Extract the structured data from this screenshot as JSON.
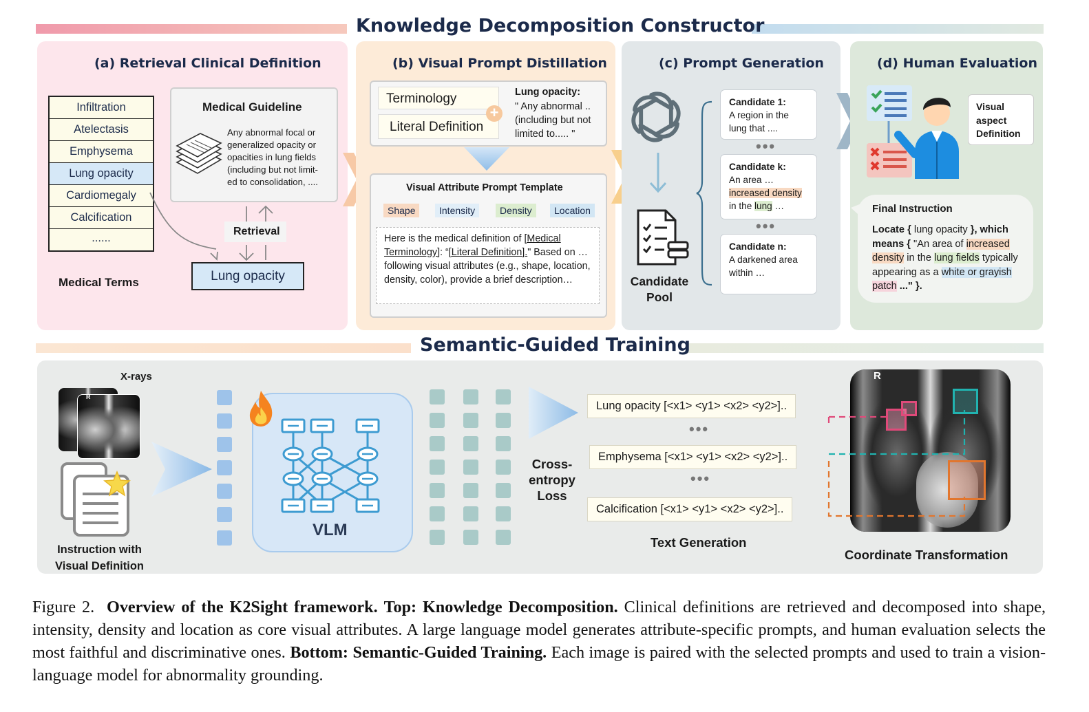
{
  "top_title": "Knowledge Decomposition Constructor",
  "bottom_title": "Semantic-Guided Training",
  "panel_a": {
    "title": "(a) Retrieval Clinical Definition",
    "terms": [
      "Infiltration",
      "Atelectasis",
      "Emphysema",
      "Lung opacity",
      "Cardiomegaly",
      "Calcification",
      "......"
    ],
    "terms_label": "Medical Terms",
    "guideline_title": "Medical Guideline",
    "guideline_text": "Any abnormal focal or generalized opacity or opacities in lung fields (including but not limit-ed to consolidation, ....",
    "retrieval_label": "Retrieval",
    "retrieved_term": "Lung opacity"
  },
  "panel_b": {
    "title": "(b) Visual Prompt Distillation",
    "terminology": "Terminology",
    "literal_definition": "Literal Definition",
    "def_term": "Lung opacity:",
    "def_text": "\" Any abnormal .. (including but not limited to..... \"",
    "template_title": "Visual Attribute Prompt Template",
    "attributes": [
      "Shape",
      "Intensity",
      "Density",
      "Location"
    ],
    "template_text_1": "Here is the medical definition of ",
    "template_link_1": "[Medical Terminology]",
    "template_text_2": ": “",
    "template_link_2": "[Literal Definition].",
    "template_text_3": "\" Based on … following visual attributes (e.g., shape, location, density, color), provide a brief description…"
  },
  "panel_c": {
    "title": "(c) Prompt Generation",
    "pool_label": "Candidate Pool",
    "candidates": [
      {
        "label": "Candidate 1:",
        "text": "A region in the lung that ...."
      },
      {
        "label": "Candidate k:",
        "text_pre": "An area …",
        "text_hl1": "increased density",
        "text_mid": " in the ",
        "text_hl2": "lung",
        "text_post": "  …"
      },
      {
        "label": "Candidate n:",
        "text": "A darkened area within …"
      }
    ],
    "dots": "•••"
  },
  "panel_d": {
    "title": "(d) Human Evaluation",
    "visual_label": "Visual aspect Definition",
    "final_title": "Final Instruction",
    "final_parts": [
      "Locate { ",
      "lung opacity",
      " }, which means { ",
      "\"An area of ",
      "increased density",
      " in the ",
      "lung fields",
      " typically appearing as a ",
      "white or grayish",
      " ",
      "patch",
      " ...\" }."
    ]
  },
  "bottom": {
    "xrays_label": "X-rays",
    "instruction_label": "Instruction with Visual Definition",
    "vlm_label": "VLM",
    "loss_label": "Cross-entropy Loss",
    "outputs": [
      "Lung opacity [<x1> <y1> <x2> <y2>]..",
      "Emphysema [<x1> <y1> <x2> <y2>]..",
      "Calcification [<x1> <y1> <x2> <y2>].."
    ],
    "text_gen_label": "Text Generation",
    "coord_label": "Coordinate Transformation",
    "xray_marker": "R",
    "thumb_marker": "R"
  },
  "caption": {
    "fig": "Figure 2.",
    "bold1": "Overview of the K2Sight framework.",
    "bold2": "Top: Knowledge Decomposition.",
    "text1": "Clinical definitions are retrieved and decomposed into shape, intensity, density and location as core visual attributes. A large language model generates attribute-specific prompts, and human evaluation selects the most faithful and discriminative ones.",
    "bold3": "Bottom: Semantic-Guided Training.",
    "text2": "Each image is paired with the selected prompts and used to train a vision-language model for abnormality grounding."
  },
  "colors": {
    "panel_a_bg": "#fde6ec",
    "panel_b_bg": "#fdebd8",
    "panel_c_bg": "#e2e7e9",
    "panel_d_bg": "#dde8db",
    "bottom_bg": "#e9ebea",
    "title_color": "#1b2a4a"
  }
}
